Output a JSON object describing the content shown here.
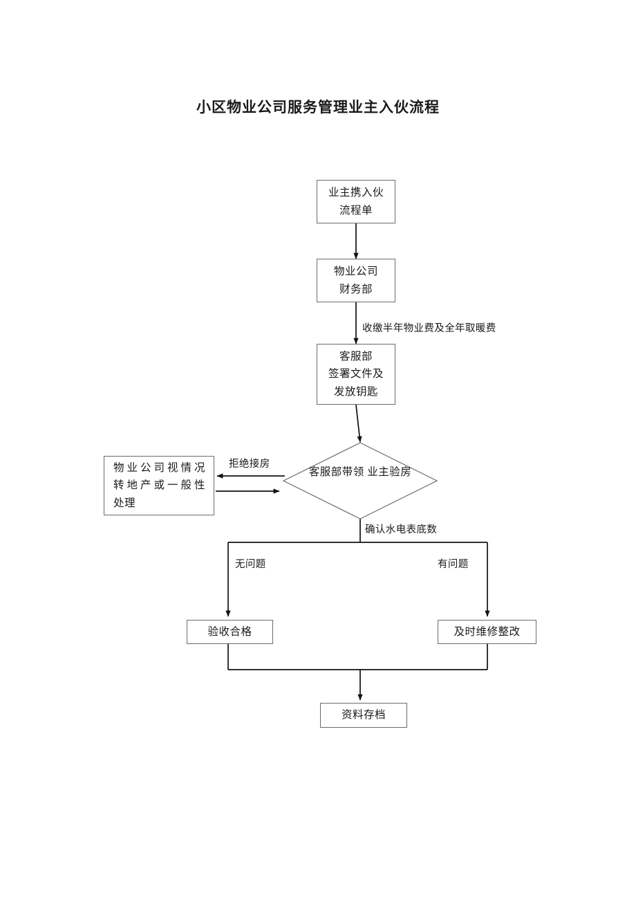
{
  "document": {
    "title": "小区物业公司服务管理业主入伙流程"
  },
  "chart_data": {
    "type": "diagram",
    "diagram_kind": "flowchart",
    "title": "小区物业公司服务管理业主入伙流程",
    "orientation": "top-to-bottom",
    "nodes": [
      {
        "id": "n1",
        "shape": "rectangle",
        "lines": [
          "业主携入伙",
          "流程单"
        ],
        "text": "业主携入伙流程单"
      },
      {
        "id": "n2",
        "shape": "rectangle",
        "lines": [
          "物业公司",
          "财务部"
        ],
        "text": "物业公司财务部"
      },
      {
        "id": "n3",
        "shape": "rectangle",
        "lines": [
          "客服部",
          "签署文件及",
          "发放钥匙"
        ],
        "text": "客服部签署文件及发放钥匙"
      },
      {
        "id": "n4",
        "shape": "diamond",
        "lines": [
          "客服部带领",
          "业主验房"
        ],
        "text": "客服部带领业主验房"
      },
      {
        "id": "n5",
        "shape": "rectangle",
        "lines": [
          "物业公司视情况",
          "转地产或一般性",
          "处理"
        ],
        "text": "物业公司视情况转地产或一般性处理"
      },
      {
        "id": "n6",
        "shape": "rectangle",
        "lines": [
          "验收合格"
        ],
        "text": "验收合格"
      },
      {
        "id": "n7",
        "shape": "rectangle",
        "lines": [
          "及时维修整改"
        ],
        "text": "及时维修整改"
      },
      {
        "id": "n8",
        "shape": "rectangle",
        "lines": [
          "资料存档"
        ],
        "text": "资料存档"
      }
    ],
    "edges": [
      {
        "from": "n1",
        "to": "n2",
        "label": ""
      },
      {
        "from": "n2",
        "to": "n3",
        "label": "收缴半年物业费及全年取暖费"
      },
      {
        "from": "n3",
        "to": "n4",
        "label": ""
      },
      {
        "from": "n4",
        "to": "n5",
        "label": "拒绝接房"
      },
      {
        "from": "n5",
        "to": "n4",
        "label": ""
      },
      {
        "from": "n4",
        "to": "n6",
        "label": "无问题",
        "trunk_label": "确认水电表底数"
      },
      {
        "from": "n4",
        "to": "n7",
        "label": "有问题",
        "trunk_label": "确认水电表底数"
      },
      {
        "from": "n6",
        "to": "n8",
        "label": ""
      },
      {
        "from": "n7",
        "to": "n8",
        "label": ""
      }
    ],
    "labels": {
      "fee": "收缴半年物业费及全年取暖费",
      "reject": "拒绝接房",
      "meter": "确认水电表底数",
      "no_issue": "无问题",
      "has_issue": "有问题"
    },
    "colors": {
      "stroke": "#6b6b6b",
      "connector": "#1a1a1a",
      "background": "#ffffff",
      "text": "#1a1a1a"
    }
  },
  "nodes": {
    "n1": {
      "l1": "业主携入伙",
      "l2": "流程单"
    },
    "n2": {
      "l1": "物业公司",
      "l2": "财务部"
    },
    "n3": {
      "l1": "客服部",
      "l2": "签署文件及",
      "l3": "发放钥匙"
    },
    "n4": {
      "l1": "客服部带领",
      "l2": "业主验房"
    },
    "n5": {
      "l1": "物业公司视情况",
      "l2": "转地产或一般性",
      "l3": "处理"
    },
    "n6": {
      "l1": "验收合格"
    },
    "n7": {
      "l1": "及时维修整改"
    },
    "n8": {
      "l1": "资料存档"
    }
  },
  "edge_labels": {
    "fee": "收缴半年物业费及全年取暖费",
    "reject": "拒绝接房",
    "meter": "确认水电表底数",
    "no_issue": "无问题",
    "has_issue": "有问题"
  }
}
